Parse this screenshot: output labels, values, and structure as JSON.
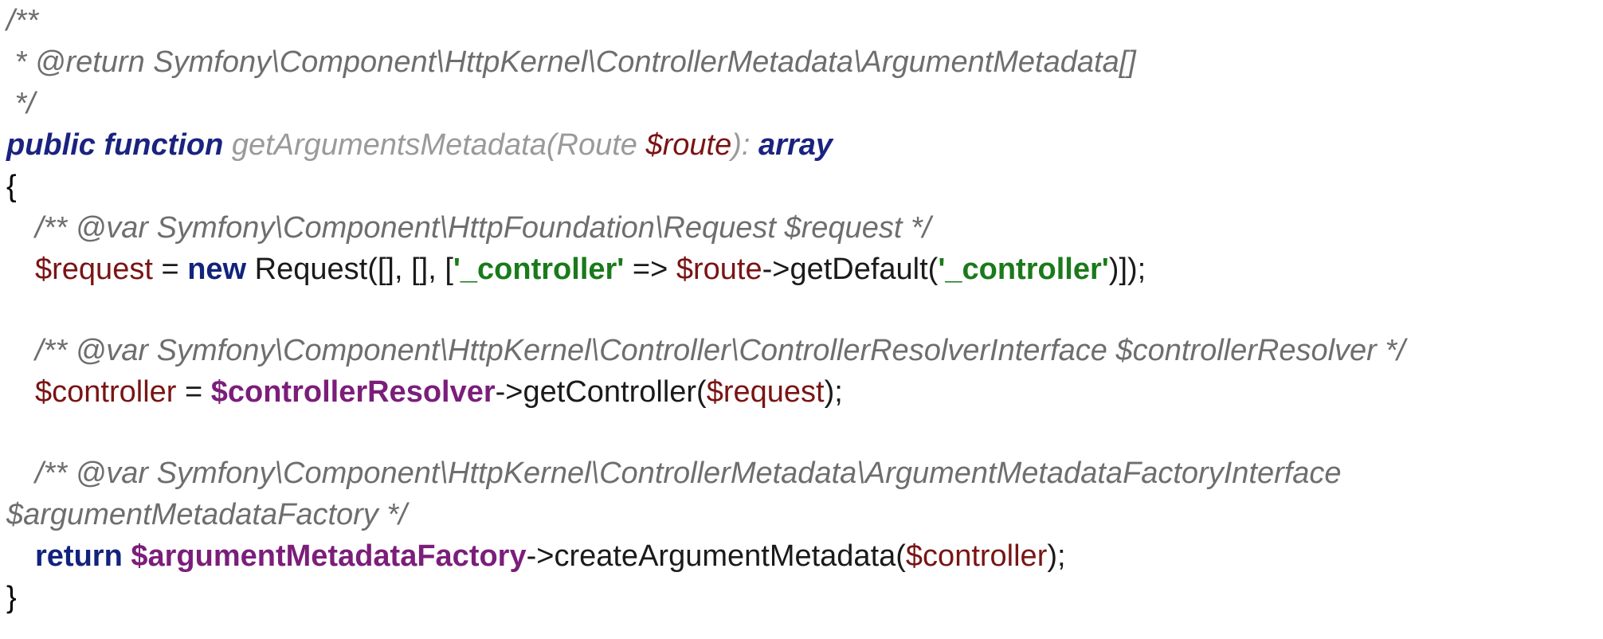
{
  "editor": {
    "language": "PHP",
    "background": "#ffffff",
    "colors": {
      "comment": "#6e6e6e",
      "keyword": "#1a237e",
      "function_name": "#9a9a9a",
      "variable": "#7a1414",
      "variable_emphasis": "#7b1e7a",
      "string": "#1a7a1a",
      "plain": "#1a1a1a"
    }
  },
  "code": {
    "lines": [
      {
        "id": "line-1",
        "indent": 0,
        "tokens": [
          {
            "text": "/**",
            "style": "comment"
          }
        ]
      },
      {
        "id": "line-2",
        "indent": 0,
        "tokens": [
          {
            "text": " * @return Symfony\\Component\\HttpKernel\\ControllerMetadata\\ArgumentMetadata[]",
            "style": "comment"
          }
        ]
      },
      {
        "id": "line-3",
        "indent": 0,
        "tokens": [
          {
            "text": " */",
            "style": "comment"
          }
        ]
      },
      {
        "id": "line-4",
        "indent": 0,
        "tokens": [
          {
            "text": "public function",
            "style": "keyword"
          },
          {
            "text": " ",
            "style": "plain"
          },
          {
            "text": "getArgumentsMetadata(Route ",
            "style": "function-name"
          },
          {
            "text": "$route",
            "style": "variable-italic"
          },
          {
            "text": "): ",
            "style": "function-name"
          },
          {
            "text": "array",
            "style": "keyword"
          }
        ]
      },
      {
        "id": "line-5",
        "indent": 0,
        "tokens": [
          {
            "text": "{",
            "style": "punct"
          }
        ]
      },
      {
        "id": "line-6",
        "indent": 1,
        "tokens": [
          {
            "text": "/** @var Symfony\\Component\\HttpFoundation\\Request $request */",
            "style": "comment"
          }
        ]
      },
      {
        "id": "line-7",
        "indent": 1,
        "tokens": [
          {
            "text": "$request",
            "style": "variable"
          },
          {
            "text": " = ",
            "style": "plain"
          },
          {
            "text": "new",
            "style": "keyword-bold"
          },
          {
            "text": " Request([], [], [",
            "style": "plain"
          },
          {
            "text": "'_controller'",
            "style": "string"
          },
          {
            "text": " => ",
            "style": "plain"
          },
          {
            "text": "$route",
            "style": "variable"
          },
          {
            "text": "->getDefault(",
            "style": "plain"
          },
          {
            "text": "'_controller'",
            "style": "string"
          },
          {
            "text": ")]);",
            "style": "plain"
          }
        ]
      },
      {
        "id": "line-8",
        "indent": 0,
        "tokens": []
      },
      {
        "id": "line-9",
        "indent": 1,
        "tokens": [
          {
            "text": "/** @var Symfony\\Component\\HttpKernel\\Controller\\ControllerResolverInterface $controllerResolver */",
            "style": "comment"
          }
        ]
      },
      {
        "id": "line-10",
        "indent": 1,
        "tokens": [
          {
            "text": "$controller",
            "style": "variable"
          },
          {
            "text": " = ",
            "style": "plain"
          },
          {
            "text": "$controllerResolver",
            "style": "variable-emphasis"
          },
          {
            "text": "->getController(",
            "style": "plain"
          },
          {
            "text": "$request",
            "style": "variable"
          },
          {
            "text": ");",
            "style": "plain"
          }
        ]
      },
      {
        "id": "line-11",
        "indent": 0,
        "tokens": []
      },
      {
        "id": "line-12",
        "indent": 1,
        "tokens": [
          {
            "text": "/** @var Symfony\\Component\\HttpKernel\\ControllerMetadata\\ArgumentMetadataFactoryInterface",
            "style": "comment"
          }
        ]
      },
      {
        "id": "line-13",
        "indent": 0,
        "tokens": [
          {
            "text": "$argumentMetadataFactory */",
            "style": "comment"
          }
        ]
      },
      {
        "id": "line-14",
        "indent": 1,
        "tokens": [
          {
            "text": "return",
            "style": "keyword-bold"
          },
          {
            "text": " ",
            "style": "plain"
          },
          {
            "text": "$argumentMetadataFactory",
            "style": "variable-emphasis"
          },
          {
            "text": "->createArgumentMetadata(",
            "style": "plain"
          },
          {
            "text": "$controller",
            "style": "variable"
          },
          {
            "text": ");",
            "style": "plain"
          }
        ]
      },
      {
        "id": "line-15",
        "indent": 0,
        "tokens": [
          {
            "text": "}",
            "style": "punct"
          }
        ]
      }
    ]
  }
}
